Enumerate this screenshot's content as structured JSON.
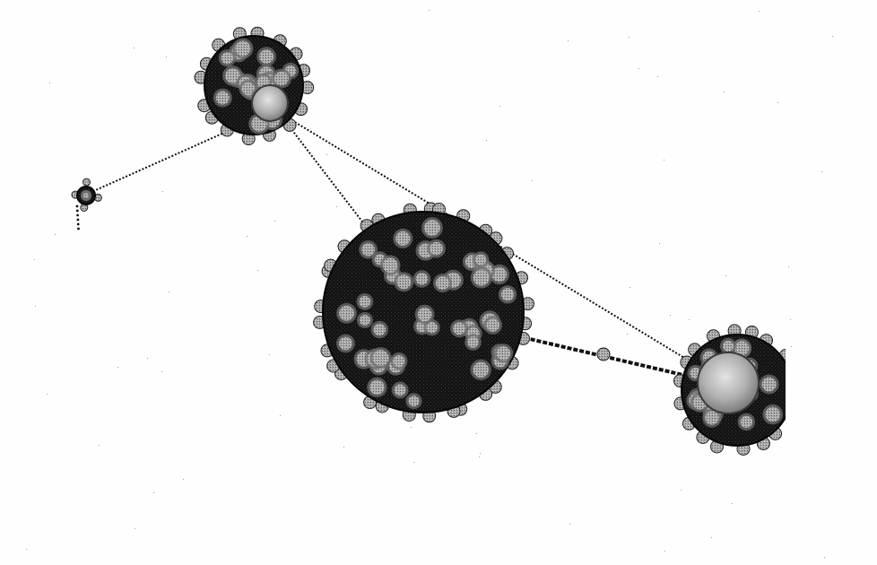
{
  "figure": {
    "background": "#fefefe",
    "ink": "#111111",
    "node_light": "#b4b4b4",
    "node_mid": "#6e6e6e",
    "clusters": [
      {
        "id": "cluster-upper",
        "label": ""
      },
      {
        "id": "cluster-central",
        "label": ""
      },
      {
        "id": "cluster-right",
        "label": ""
      },
      {
        "id": "cluster-small-left",
        "label": ""
      }
    ],
    "links": [
      {
        "from": "cluster-small-left",
        "to": "cluster-upper",
        "style": "dotted"
      },
      {
        "from": "cluster-upper",
        "to": "cluster-central",
        "style": "dotted"
      },
      {
        "from": "cluster-upper",
        "to": "cluster-right",
        "style": "dotted"
      },
      {
        "from": "cluster-central",
        "to": "cluster-right",
        "style": "dashed-heavy"
      }
    ]
  }
}
